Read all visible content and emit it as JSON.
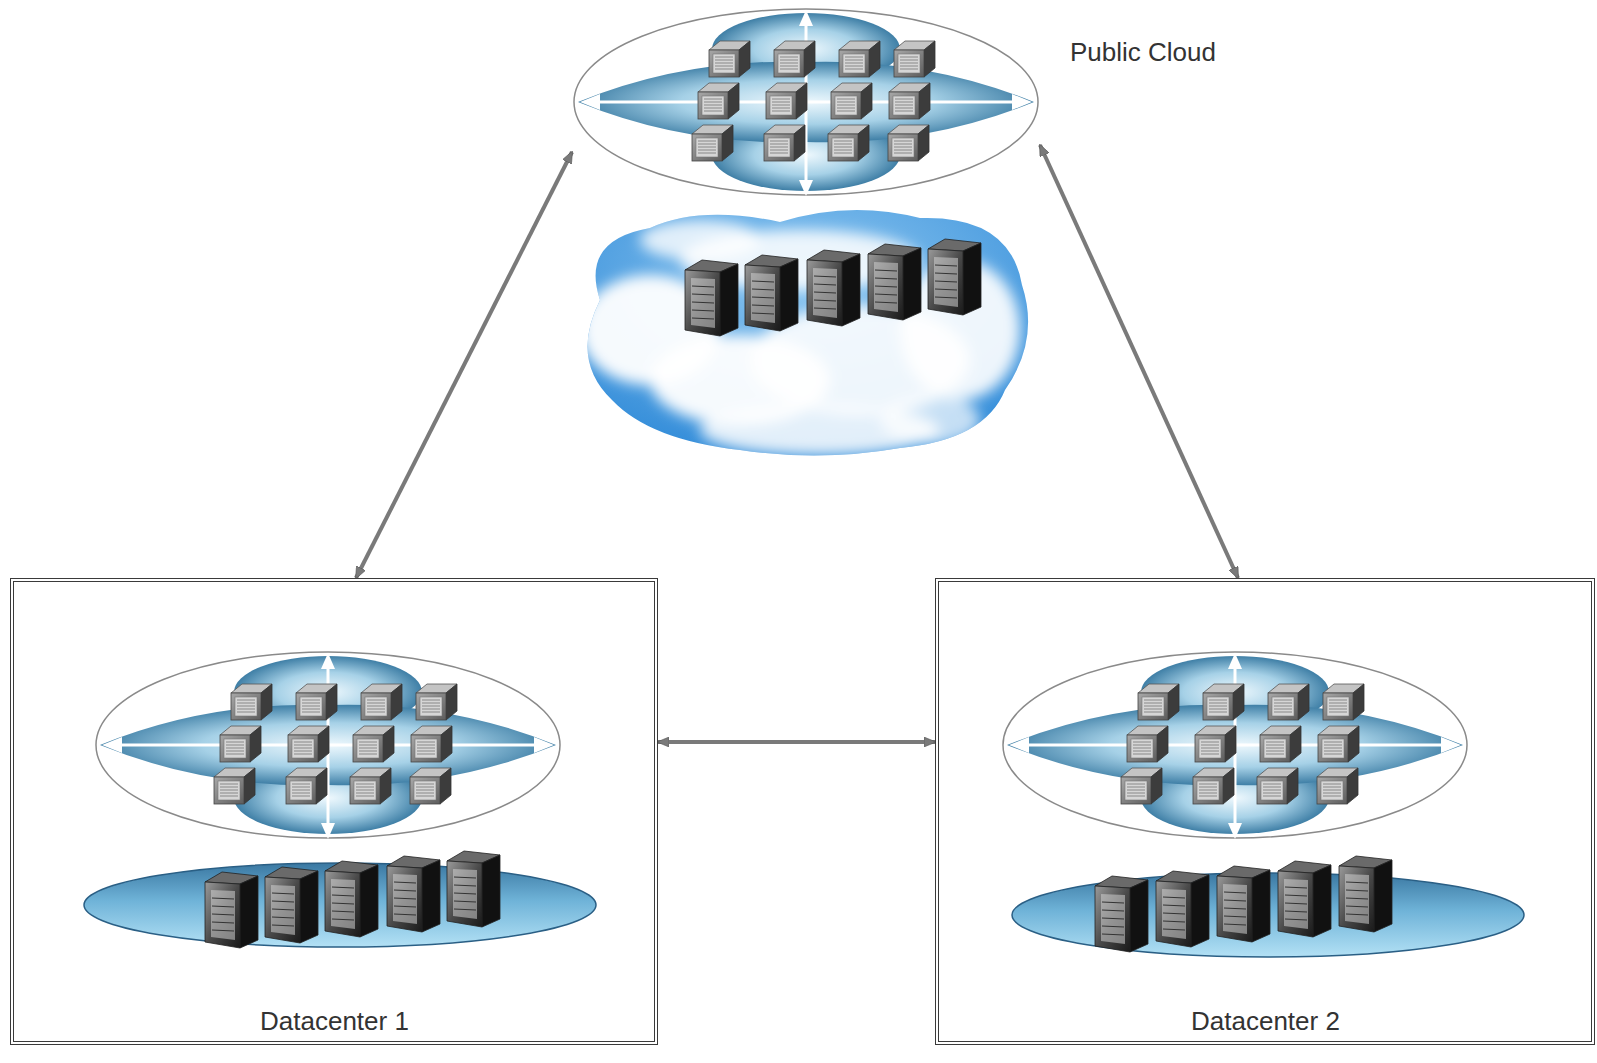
{
  "diagram": {
    "nodes": [
      {
        "text": [
          "Public Cloud"
        ]
      },
      {
        "text": [
          "Datacenter 1"
        ]
      },
      {
        "text": [
          "Datacenter 2"
        ]
      }
    ],
    "edges": [
      {
        "from": 0,
        "to": 1,
        "arrow": "both"
      },
      {
        "from": 0,
        "to": 2,
        "arrow": "both"
      },
      {
        "from": 1,
        "to": 2,
        "arrow": "both"
      }
    ]
  }
}
